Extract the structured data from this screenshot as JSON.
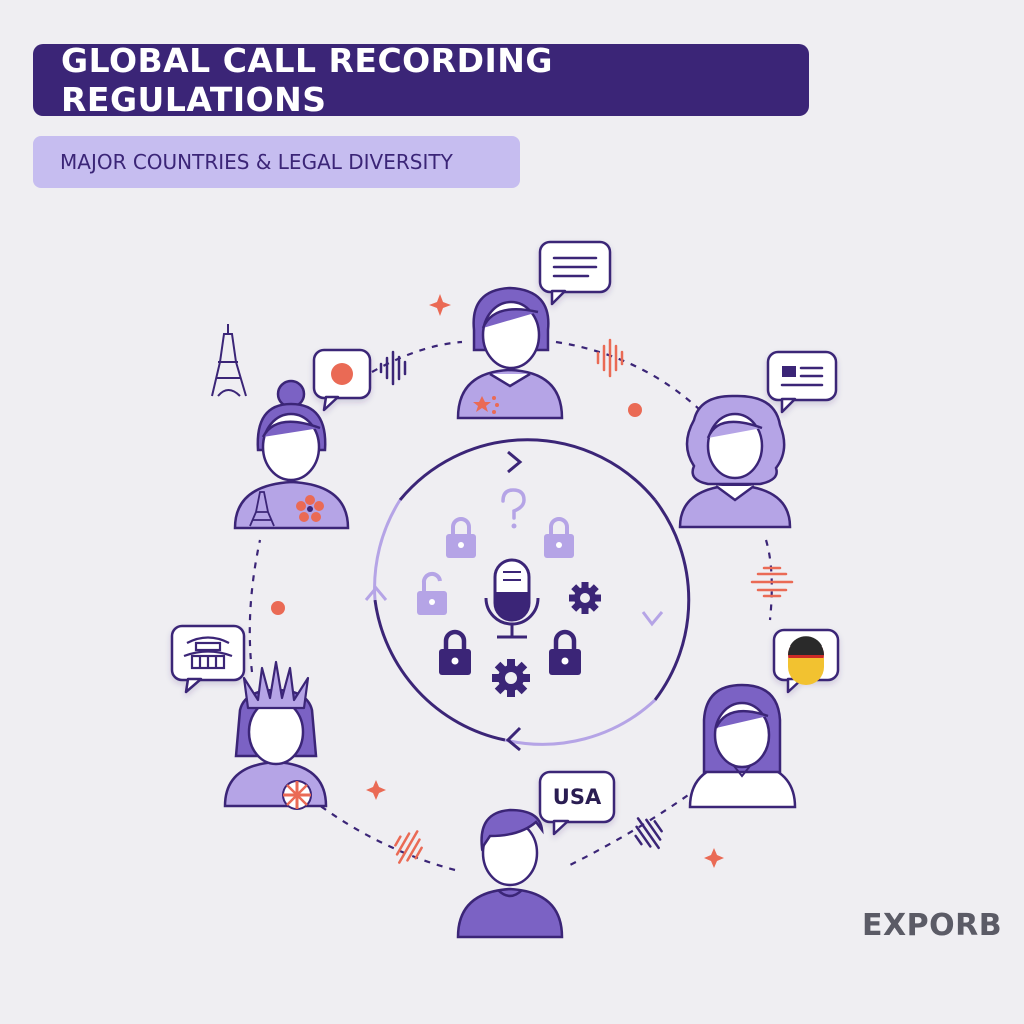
{
  "header": {
    "title": "GLOBAL CALL RECORDING REGULATIONS",
    "subtitle": "MAJOR COUNTRIES & LEGAL DIVERSITY"
  },
  "speech_bubbles": {
    "usa_label": "USA"
  },
  "brand": {
    "logo_text": "EXPORB"
  },
  "icons": [
    "eiffel-tower-icon",
    "japan-flag-icon",
    "german-flag-icon",
    "pagoda-icon",
    "union-jack-icon",
    "cherry-blossom-icon",
    "microphone-icon",
    "lock-icon",
    "unlocked-lock-icon",
    "gear-icon",
    "question-mark-icon",
    "sound-wave-icon",
    "sparkle-icon",
    "chat-lines-icon",
    "id-card-icon"
  ],
  "colors": {
    "dark_purple": "#3b2577",
    "mid_purple": "#7b62c4",
    "light_purple": "#b5a4e6",
    "lavender": "#c6bdf0",
    "coral": "#ea6a55",
    "background": "#efeef2"
  }
}
